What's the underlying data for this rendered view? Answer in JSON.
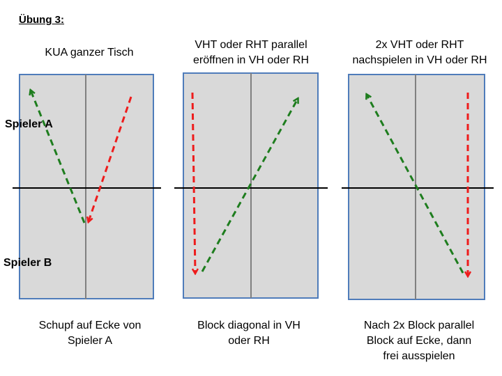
{
  "heading": "Übung 3:",
  "players": {
    "a": "Spieler A",
    "b": "Spieler B"
  },
  "panels": [
    {
      "title": "KUA ganzer Tisch",
      "caption": "Schupf auf Ecke von\nSpieler A"
    },
    {
      "title": "VHT oder RHT parallel\neröffnen in VH oder RH",
      "caption": "Block diagonal in VH\noder RH"
    },
    {
      "title": "2x VHT oder RHT\nnachspielen in VH oder RH",
      "caption": "Nach 2x Block parallel\nBlock auf Ecke, dann\nfrei ausspielen"
    }
  ],
  "colors": {
    "table_fill": "#d9d9d9",
    "table_border": "#4f7cba",
    "center_line": "#808080",
    "net": "#000000",
    "arrow_green": "#1e7d1e",
    "arrow_red": "#ee1c1c"
  }
}
